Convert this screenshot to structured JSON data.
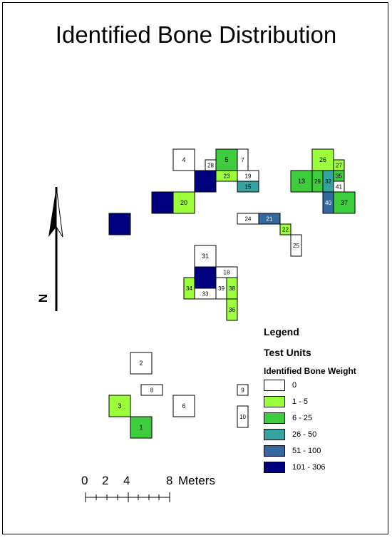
{
  "title": "Identified Bone Distribution",
  "north_label": "N",
  "legend": {
    "heading": "Legend",
    "subheading": "Test Units",
    "field": "Identified Bone Weight",
    "classes": [
      {
        "label": "0",
        "color": "#ffffff"
      },
      {
        "label": "1 - 5",
        "color": "#9cff3c"
      },
      {
        "label": "6 - 25",
        "color": "#3ccc3c"
      },
      {
        "label": "26 - 50",
        "color": "#36a3a3"
      },
      {
        "label": "51 - 100",
        "color": "#33699e"
      },
      {
        "label": "101 - 306",
        "color": "#00007f"
      }
    ]
  },
  "scale": {
    "ticks": [
      "0",
      "2",
      "4",
      "8"
    ],
    "unit": "Meters"
  },
  "units": [
    {
      "id": "4",
      "class": 0
    },
    {
      "id": "28",
      "class": 0
    },
    {
      "id": "5",
      "class": 2
    },
    {
      "id": "7",
      "class": 0
    },
    {
      "id": "23",
      "class": 1
    },
    {
      "id": "19",
      "class": 0
    },
    {
      "id": "15",
      "class": 3
    },
    {
      "id": "",
      "class": 5
    },
    {
      "id": "",
      "class": 5
    },
    {
      "id": "20",
      "class": 1
    },
    {
      "id": "",
      "class": 5
    },
    {
      "id": "24",
      "class": 0
    },
    {
      "id": "21",
      "class": 4
    },
    {
      "id": "22",
      "class": 1
    },
    {
      "id": "25",
      "class": 0
    },
    {
      "id": "26",
      "class": 1
    },
    {
      "id": "27",
      "class": 1
    },
    {
      "id": "13",
      "class": 2
    },
    {
      "id": "29",
      "class": 2
    },
    {
      "id": "32",
      "class": 3
    },
    {
      "id": "35",
      "class": 2
    },
    {
      "id": "41",
      "class": 0
    },
    {
      "id": "40",
      "class": 4
    },
    {
      "id": "37",
      "class": 2
    },
    {
      "id": "31",
      "class": 0
    },
    {
      "id": "",
      "class": 5
    },
    {
      "id": "18",
      "class": 0
    },
    {
      "id": "34",
      "class": 1
    },
    {
      "id": "33",
      "class": 0
    },
    {
      "id": "39",
      "class": 0
    },
    {
      "id": "38",
      "class": 1
    },
    {
      "id": "36",
      "class": 1
    },
    {
      "id": "2",
      "class": 0
    },
    {
      "id": "8",
      "class": 0
    },
    {
      "id": "3",
      "class": 1
    },
    {
      "id": "6",
      "class": 0
    },
    {
      "id": "1",
      "class": 2
    },
    {
      "id": "9",
      "class": 0
    },
    {
      "id": "10",
      "class": 0
    }
  ]
}
